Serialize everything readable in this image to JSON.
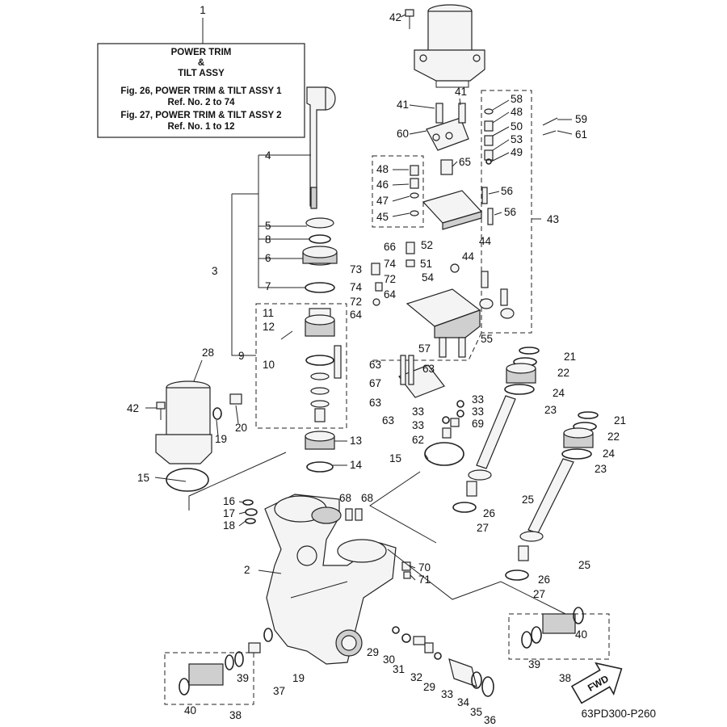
{
  "info_box": {
    "ref": "1",
    "lines": [
      "POWER TRIM",
      "&",
      "TILT ASSY",
      "Fig. 26, POWER TRIM & TILT ASSY 1",
      "Ref. No. 2 to 74",
      "Fig. 27, POWER TRIM & TILT ASSY 2",
      "Ref. No. 1 to 12"
    ]
  },
  "fwd_label": "FWD",
  "drawing_code": "63PD300-P260",
  "callouts": [
    "42",
    "41",
    "41",
    "58",
    "48",
    "50",
    "53",
    "49",
    "59",
    "61",
    "60",
    "65",
    "48",
    "46",
    "47",
    "45",
    "56",
    "56",
    "43",
    "44",
    "44",
    "4",
    "5",
    "8",
    "6",
    "7",
    "3",
    "11",
    "12",
    "10",
    "9",
    "13",
    "14",
    "66",
    "52",
    "74",
    "51",
    "73",
    "72",
    "54",
    "74",
    "64",
    "72",
    "64",
    "57",
    "55",
    "63",
    "63",
    "67",
    "63",
    "63",
    "33",
    "33",
    "33",
    "33",
    "69",
    "62",
    "15",
    "21",
    "22",
    "24",
    "23",
    "21",
    "22",
    "24",
    "23",
    "28",
    "42",
    "19",
    "20",
    "15",
    "16",
    "17",
    "18",
    "68",
    "68",
    "70",
    "71",
    "2",
    "25",
    "26",
    "27",
    "25",
    "26",
    "27",
    "40",
    "39",
    "38",
    "29",
    "30",
    "31",
    "32",
    "29",
    "33",
    "34",
    "35",
    "36",
    "39",
    "40",
    "37",
    "19",
    "38"
  ]
}
